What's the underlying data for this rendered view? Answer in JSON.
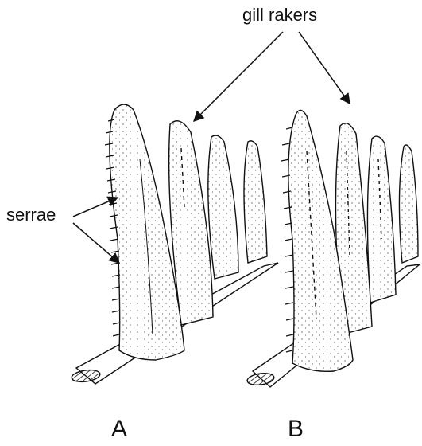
{
  "labels": {
    "gill_rakers": "gill rakers",
    "serrae": "serrae",
    "panel_a": "A",
    "panel_b": "B"
  },
  "colors": {
    "ink": "#111111",
    "background": "#ffffff"
  }
}
